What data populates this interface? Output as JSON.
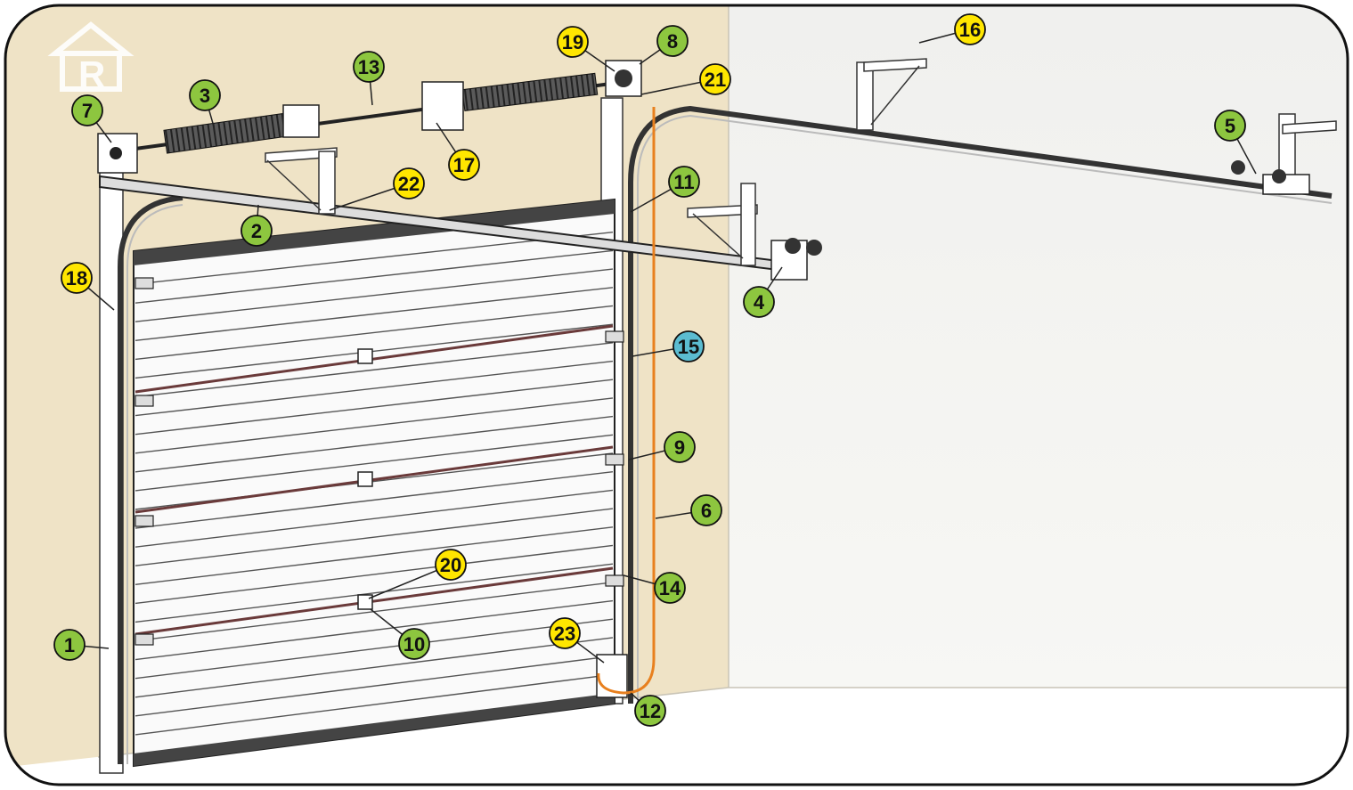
{
  "colors": {
    "wall": "#efe3c6",
    "room": "#f3f3f1",
    "floor": "#ffffff",
    "frame_border": "#111111",
    "door_panel": "#fafafa",
    "hardware": "#3a3a3a",
    "cable": "#e8801e",
    "green_badge": "#8dc63f",
    "yellow_badge": "#ffe600",
    "blue_badge": "#5bbcd1"
  },
  "logo": {
    "text": "R",
    "icon": "house-r-logo-icon"
  },
  "callouts": [
    {
      "id": "c1",
      "label": "1",
      "color": "green"
    },
    {
      "id": "c2",
      "label": "2",
      "color": "green"
    },
    {
      "id": "c3",
      "label": "3",
      "color": "green"
    },
    {
      "id": "c4",
      "label": "4",
      "color": "green"
    },
    {
      "id": "c5",
      "label": "5",
      "color": "green"
    },
    {
      "id": "c6",
      "label": "6",
      "color": "green"
    },
    {
      "id": "c7",
      "label": "7",
      "color": "green"
    },
    {
      "id": "c8",
      "label": "8",
      "color": "green"
    },
    {
      "id": "c9",
      "label": "9",
      "color": "green"
    },
    {
      "id": "c10",
      "label": "10",
      "color": "green"
    },
    {
      "id": "c11",
      "label": "11",
      "color": "green"
    },
    {
      "id": "c12",
      "label": "12",
      "color": "green"
    },
    {
      "id": "c13",
      "label": "13",
      "color": "green"
    },
    {
      "id": "c14",
      "label": "14",
      "color": "green"
    },
    {
      "id": "c15",
      "label": "15",
      "color": "blue"
    },
    {
      "id": "c16",
      "label": "16",
      "color": "yellow"
    },
    {
      "id": "c17",
      "label": "17",
      "color": "yellow"
    },
    {
      "id": "c18",
      "label": "18",
      "color": "yellow"
    },
    {
      "id": "c19",
      "label": "19",
      "color": "yellow"
    },
    {
      "id": "c20",
      "label": "20",
      "color": "yellow"
    },
    {
      "id": "c21",
      "label": "21",
      "color": "yellow"
    },
    {
      "id": "c22",
      "label": "22",
      "color": "yellow"
    },
    {
      "id": "c23",
      "label": "23",
      "color": "yellow"
    }
  ]
}
